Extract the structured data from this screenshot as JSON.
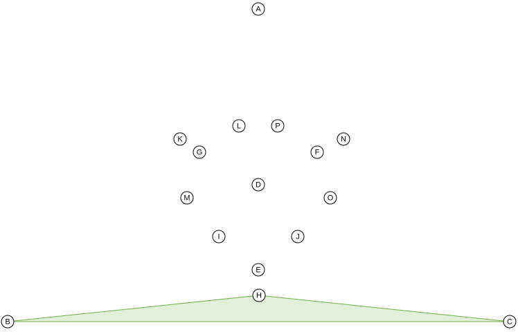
{
  "diagram": {
    "colors": {
      "triangle_fill": "#e2efd9",
      "triangle_stroke": "#70ad47",
      "node_stroke": "#000000",
      "node_fill": "#ffffff",
      "label": "#000000"
    },
    "nodes": [
      {
        "id": "A",
        "label": "A"
      },
      {
        "id": "L",
        "label": "L"
      },
      {
        "id": "P",
        "label": "P"
      },
      {
        "id": "K",
        "label": "K"
      },
      {
        "id": "N",
        "label": "N"
      },
      {
        "id": "G",
        "label": "G"
      },
      {
        "id": "F",
        "label": "F"
      },
      {
        "id": "D",
        "label": "D"
      },
      {
        "id": "M",
        "label": "M"
      },
      {
        "id": "O",
        "label": "O"
      },
      {
        "id": "I",
        "label": "I"
      },
      {
        "id": "J",
        "label": "J"
      },
      {
        "id": "E",
        "label": "E"
      },
      {
        "id": "H",
        "label": "H"
      },
      {
        "id": "B",
        "label": "B"
      },
      {
        "id": "C",
        "label": "C"
      }
    ],
    "triangle": [
      "B",
      "H",
      "C"
    ]
  }
}
